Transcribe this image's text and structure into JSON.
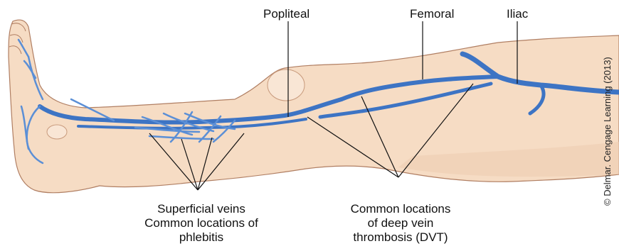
{
  "labels": {
    "popliteal": "Popliteal",
    "femoral": "Femoral",
    "iliac": "Iliac",
    "superficial": [
      "Superficial veins",
      "Common locations of",
      "phlebitis"
    ],
    "deep": [
      "Common locations",
      "of deep vein",
      "thrombosis (DVT)"
    ]
  },
  "credit": "© Delmar. Cengage Learning (2013)",
  "colors": {
    "skin": "#f6dcc4",
    "skin_shadow": "#e9c4a6",
    "outline": "#b07e62",
    "vein": "#3d74c4",
    "vein_light": "#7aa6e2",
    "leader_line": "#111111"
  }
}
